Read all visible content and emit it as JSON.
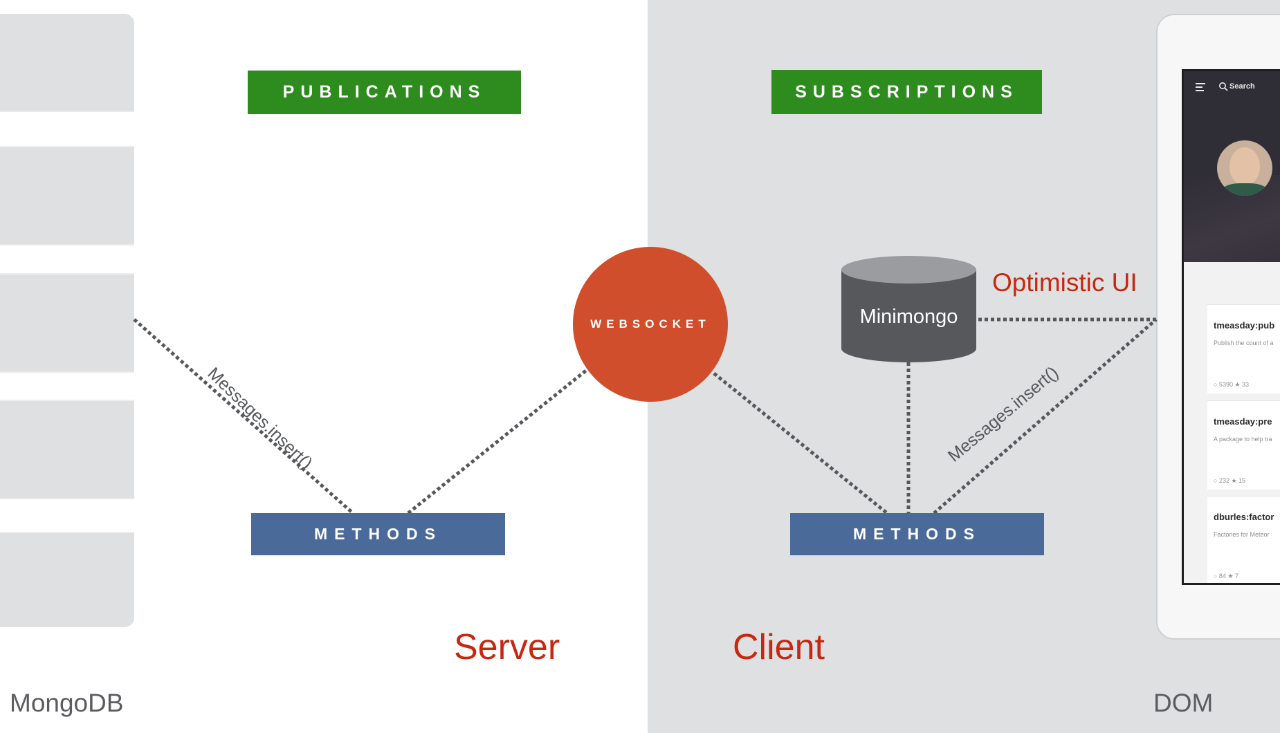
{
  "labels": {
    "publications": "PUBLICATIONS",
    "subscriptions": "SUBSCRIPTIONS",
    "websocket": "WEBSOCKET",
    "methods_server": "METHODS",
    "methods_client": "METHODS",
    "minimongo": "Minimongo",
    "optimistic_ui": "Optimistic UI",
    "server": "Server",
    "client": "Client",
    "mongodb": "MongoDB",
    "dom": "DOM",
    "messages_insert_server": "Messages.insert()",
    "messages_insert_client": "Messages.insert()"
  },
  "tablet": {
    "search_label": "Search",
    "cards": [
      {
        "title": "tmeasday:pub",
        "desc": "Publish the count of a",
        "stats": "○ 5390  ★ 33"
      },
      {
        "title": "tmeasday:pre",
        "desc": "A package to help tra",
        "stats": "○ 232  ★ 15"
      },
      {
        "title": "dburles:factor",
        "desc": "Factories for Meteor",
        "stats": "○ 84  ★ 7"
      }
    ]
  },
  "colors": {
    "green": "#2e8b1e",
    "blue": "#4a6a9a",
    "websocket": "#d04e2b",
    "red_text": "#c8270f",
    "client_bg": "#dfe0e2",
    "line": "#55575b"
  },
  "icons": {
    "menu": "menu-icon",
    "search": "search-icon"
  }
}
